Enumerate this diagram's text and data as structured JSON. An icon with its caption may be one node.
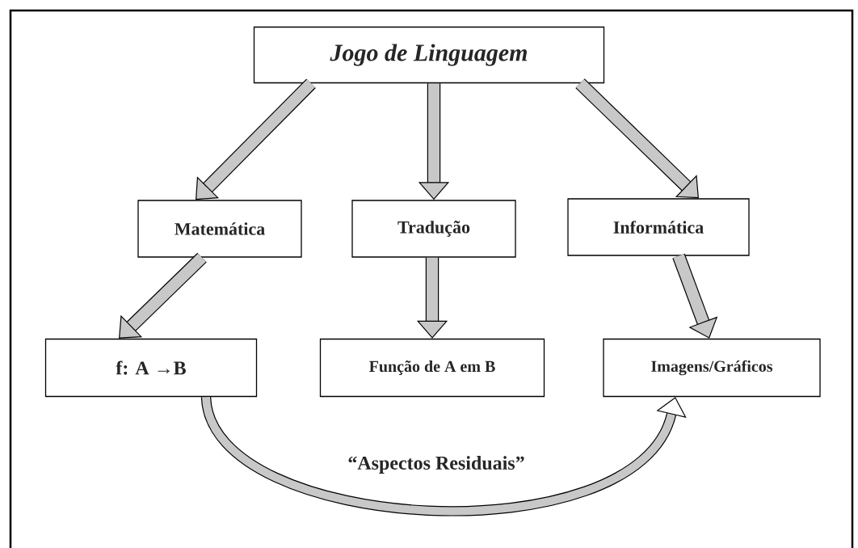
{
  "diagram": {
    "nodes": [
      {
        "text": [
          "Jogo de Linguagem"
        ]
      },
      {
        "text": [
          "Matemática"
        ]
      },
      {
        "text": [
          "Tradução"
        ]
      },
      {
        "text": [
          "Informática"
        ]
      },
      {
        "text": [
          "f: A →B"
        ]
      },
      {
        "text": [
          "Função de A em B"
        ]
      },
      {
        "text": [
          "Imagens/Gráficos"
        ]
      }
    ],
    "edges": [
      {
        "from": 0,
        "to": 1,
        "arrow": "to"
      },
      {
        "from": 0,
        "to": 2,
        "arrow": "to"
      },
      {
        "from": 0,
        "to": 3,
        "arrow": "to"
      },
      {
        "from": 1,
        "to": 4,
        "arrow": "to"
      },
      {
        "from": 2,
        "to": 5,
        "arrow": "to"
      },
      {
        "from": 3,
        "to": 6,
        "arrow": "to"
      },
      {
        "from": 4,
        "to": 6,
        "arrow": "to",
        "label": "“Aspectos Residuais”"
      }
    ]
  }
}
